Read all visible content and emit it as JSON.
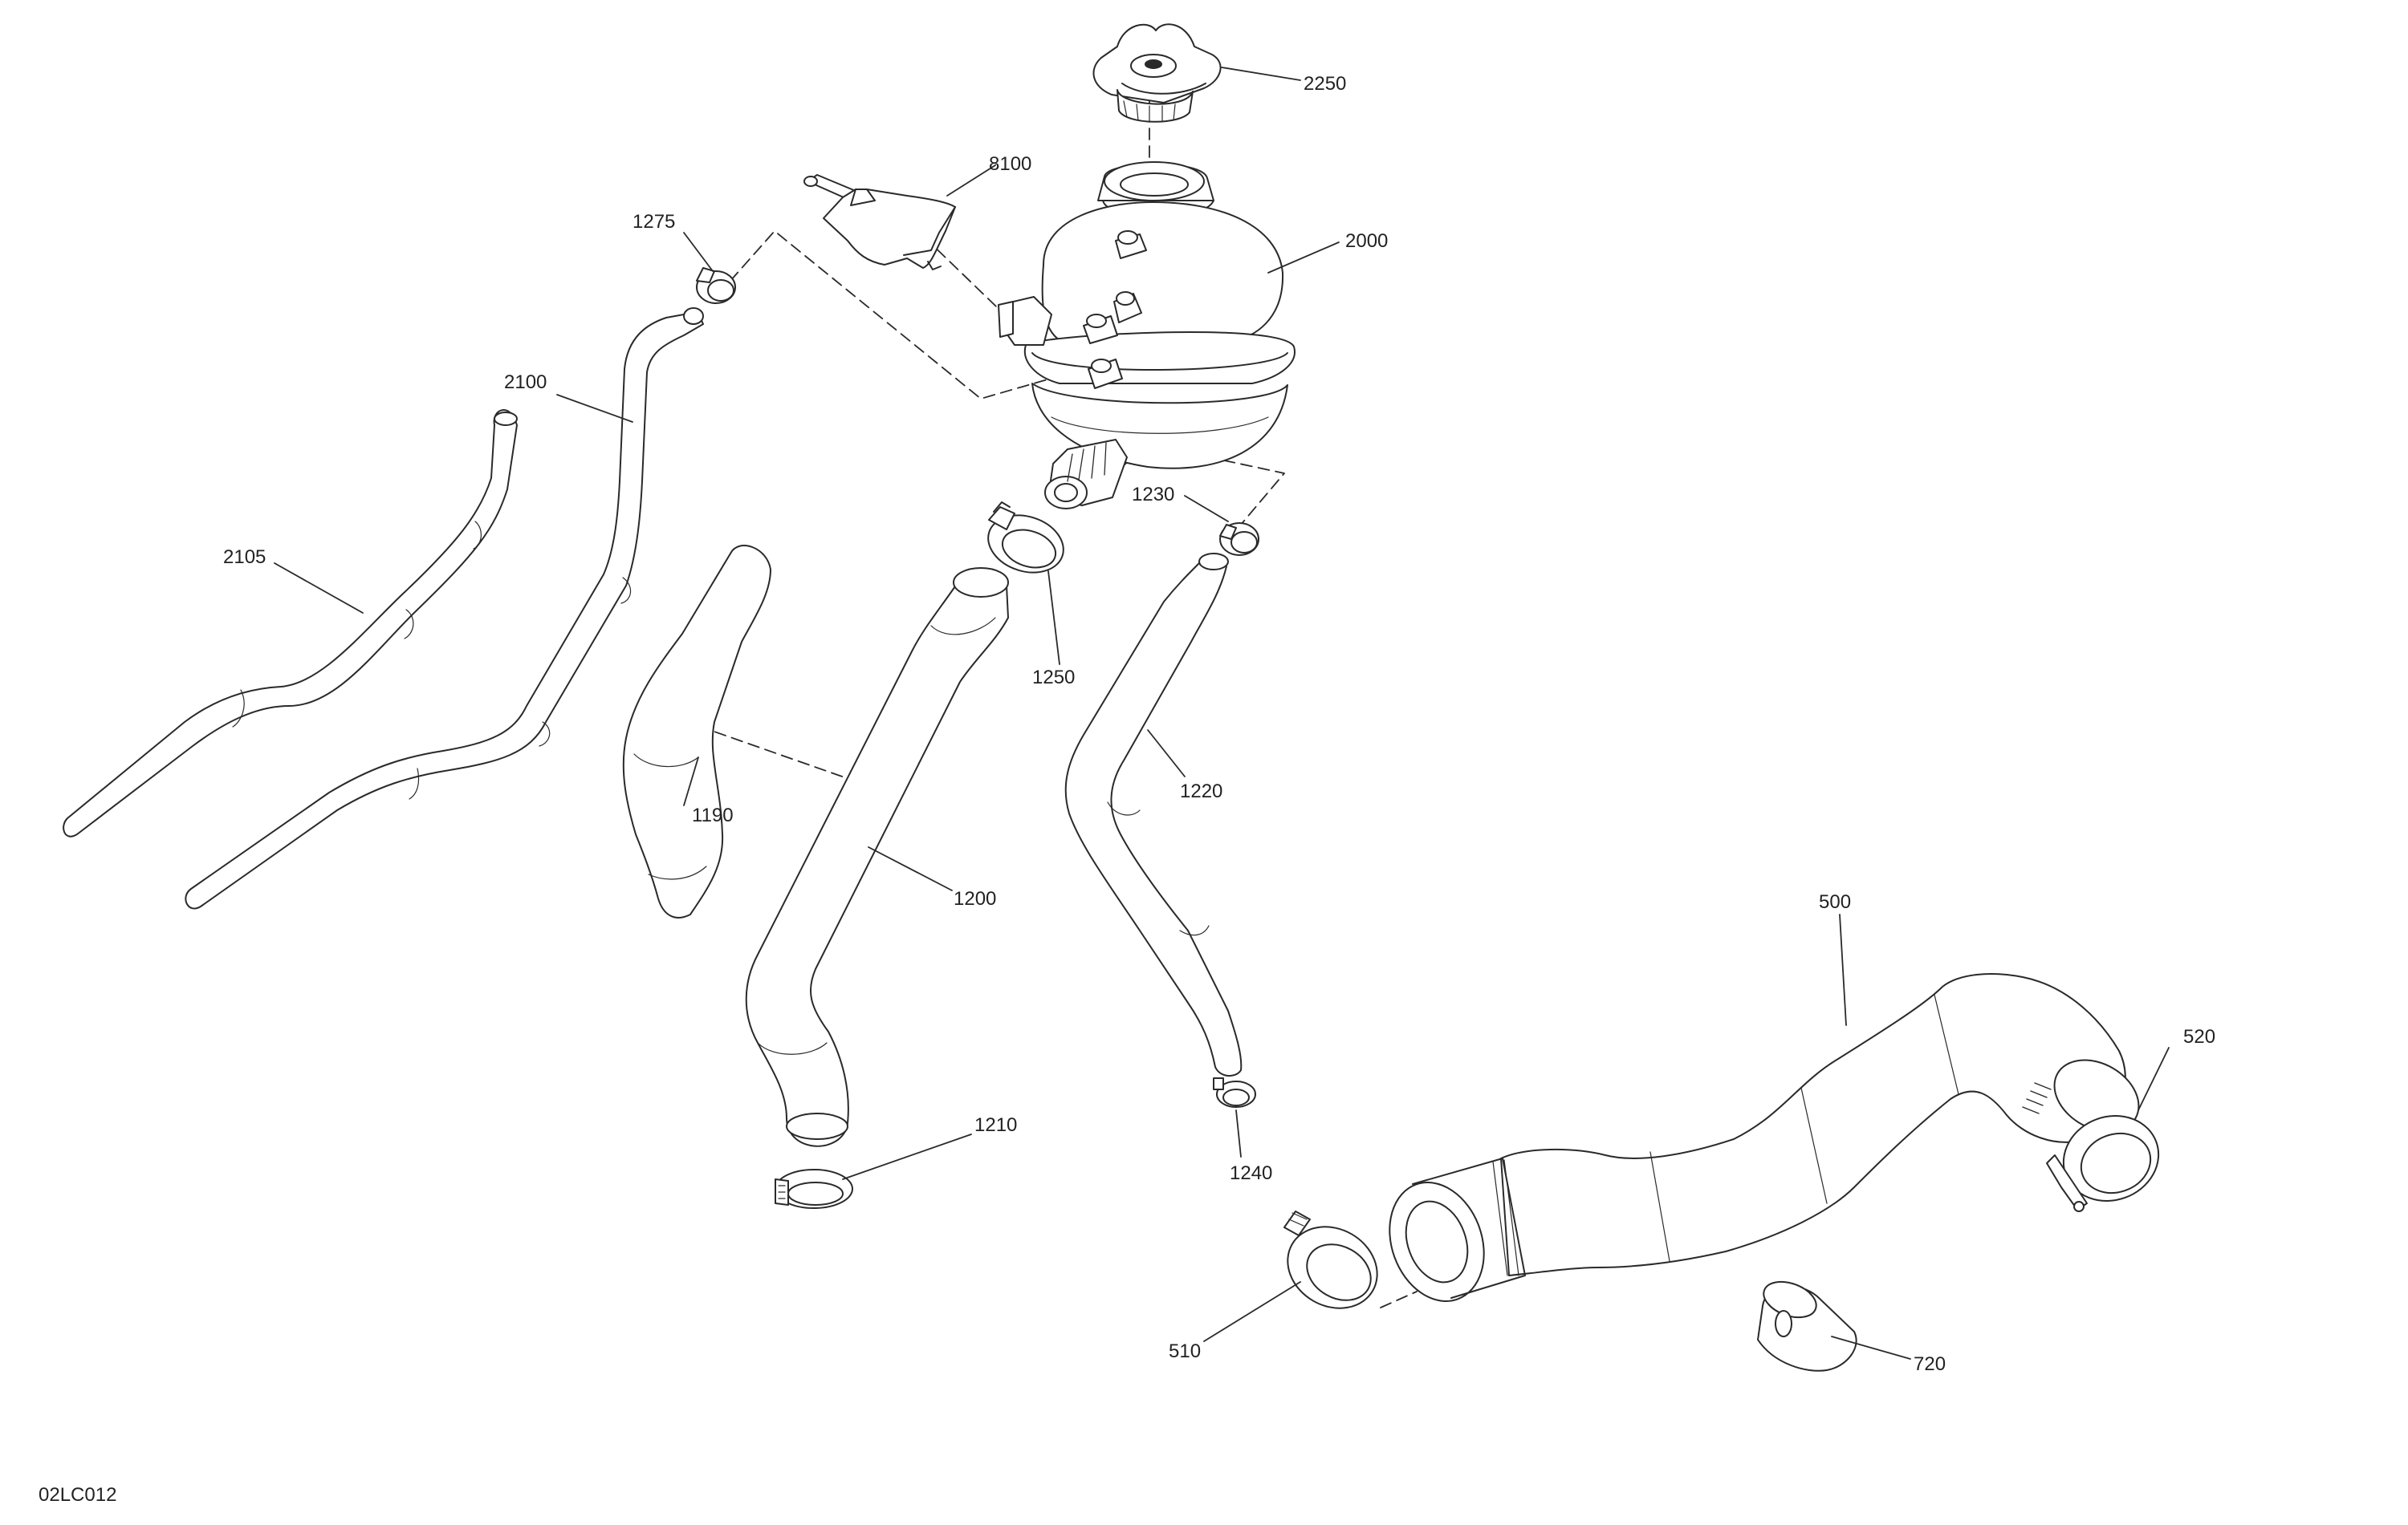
{
  "diagram": {
    "reference_code": "02LC012",
    "callouts": [
      {
        "id": "2250",
        "label": "2250"
      },
      {
        "id": "8100",
        "label": "8100"
      },
      {
        "id": "2000",
        "label": "2000"
      },
      {
        "id": "1275",
        "label": "1275"
      },
      {
        "id": "2100",
        "label": "2100"
      },
      {
        "id": "2105",
        "label": "2105"
      },
      {
        "id": "1230",
        "label": "1230"
      },
      {
        "id": "1250",
        "label": "1250"
      },
      {
        "id": "1220",
        "label": "1220"
      },
      {
        "id": "1190",
        "label": "1190"
      },
      {
        "id": "1200",
        "label": "1200"
      },
      {
        "id": "500",
        "label": "500"
      },
      {
        "id": "520",
        "label": "520"
      },
      {
        "id": "1210",
        "label": "1210"
      },
      {
        "id": "1240",
        "label": "1240"
      },
      {
        "id": "510",
        "label": "510"
      },
      {
        "id": "720",
        "label": "720"
      }
    ]
  },
  "style": {
    "line_color": "#2a2a2a",
    "fill_color": "#ffffff"
  }
}
